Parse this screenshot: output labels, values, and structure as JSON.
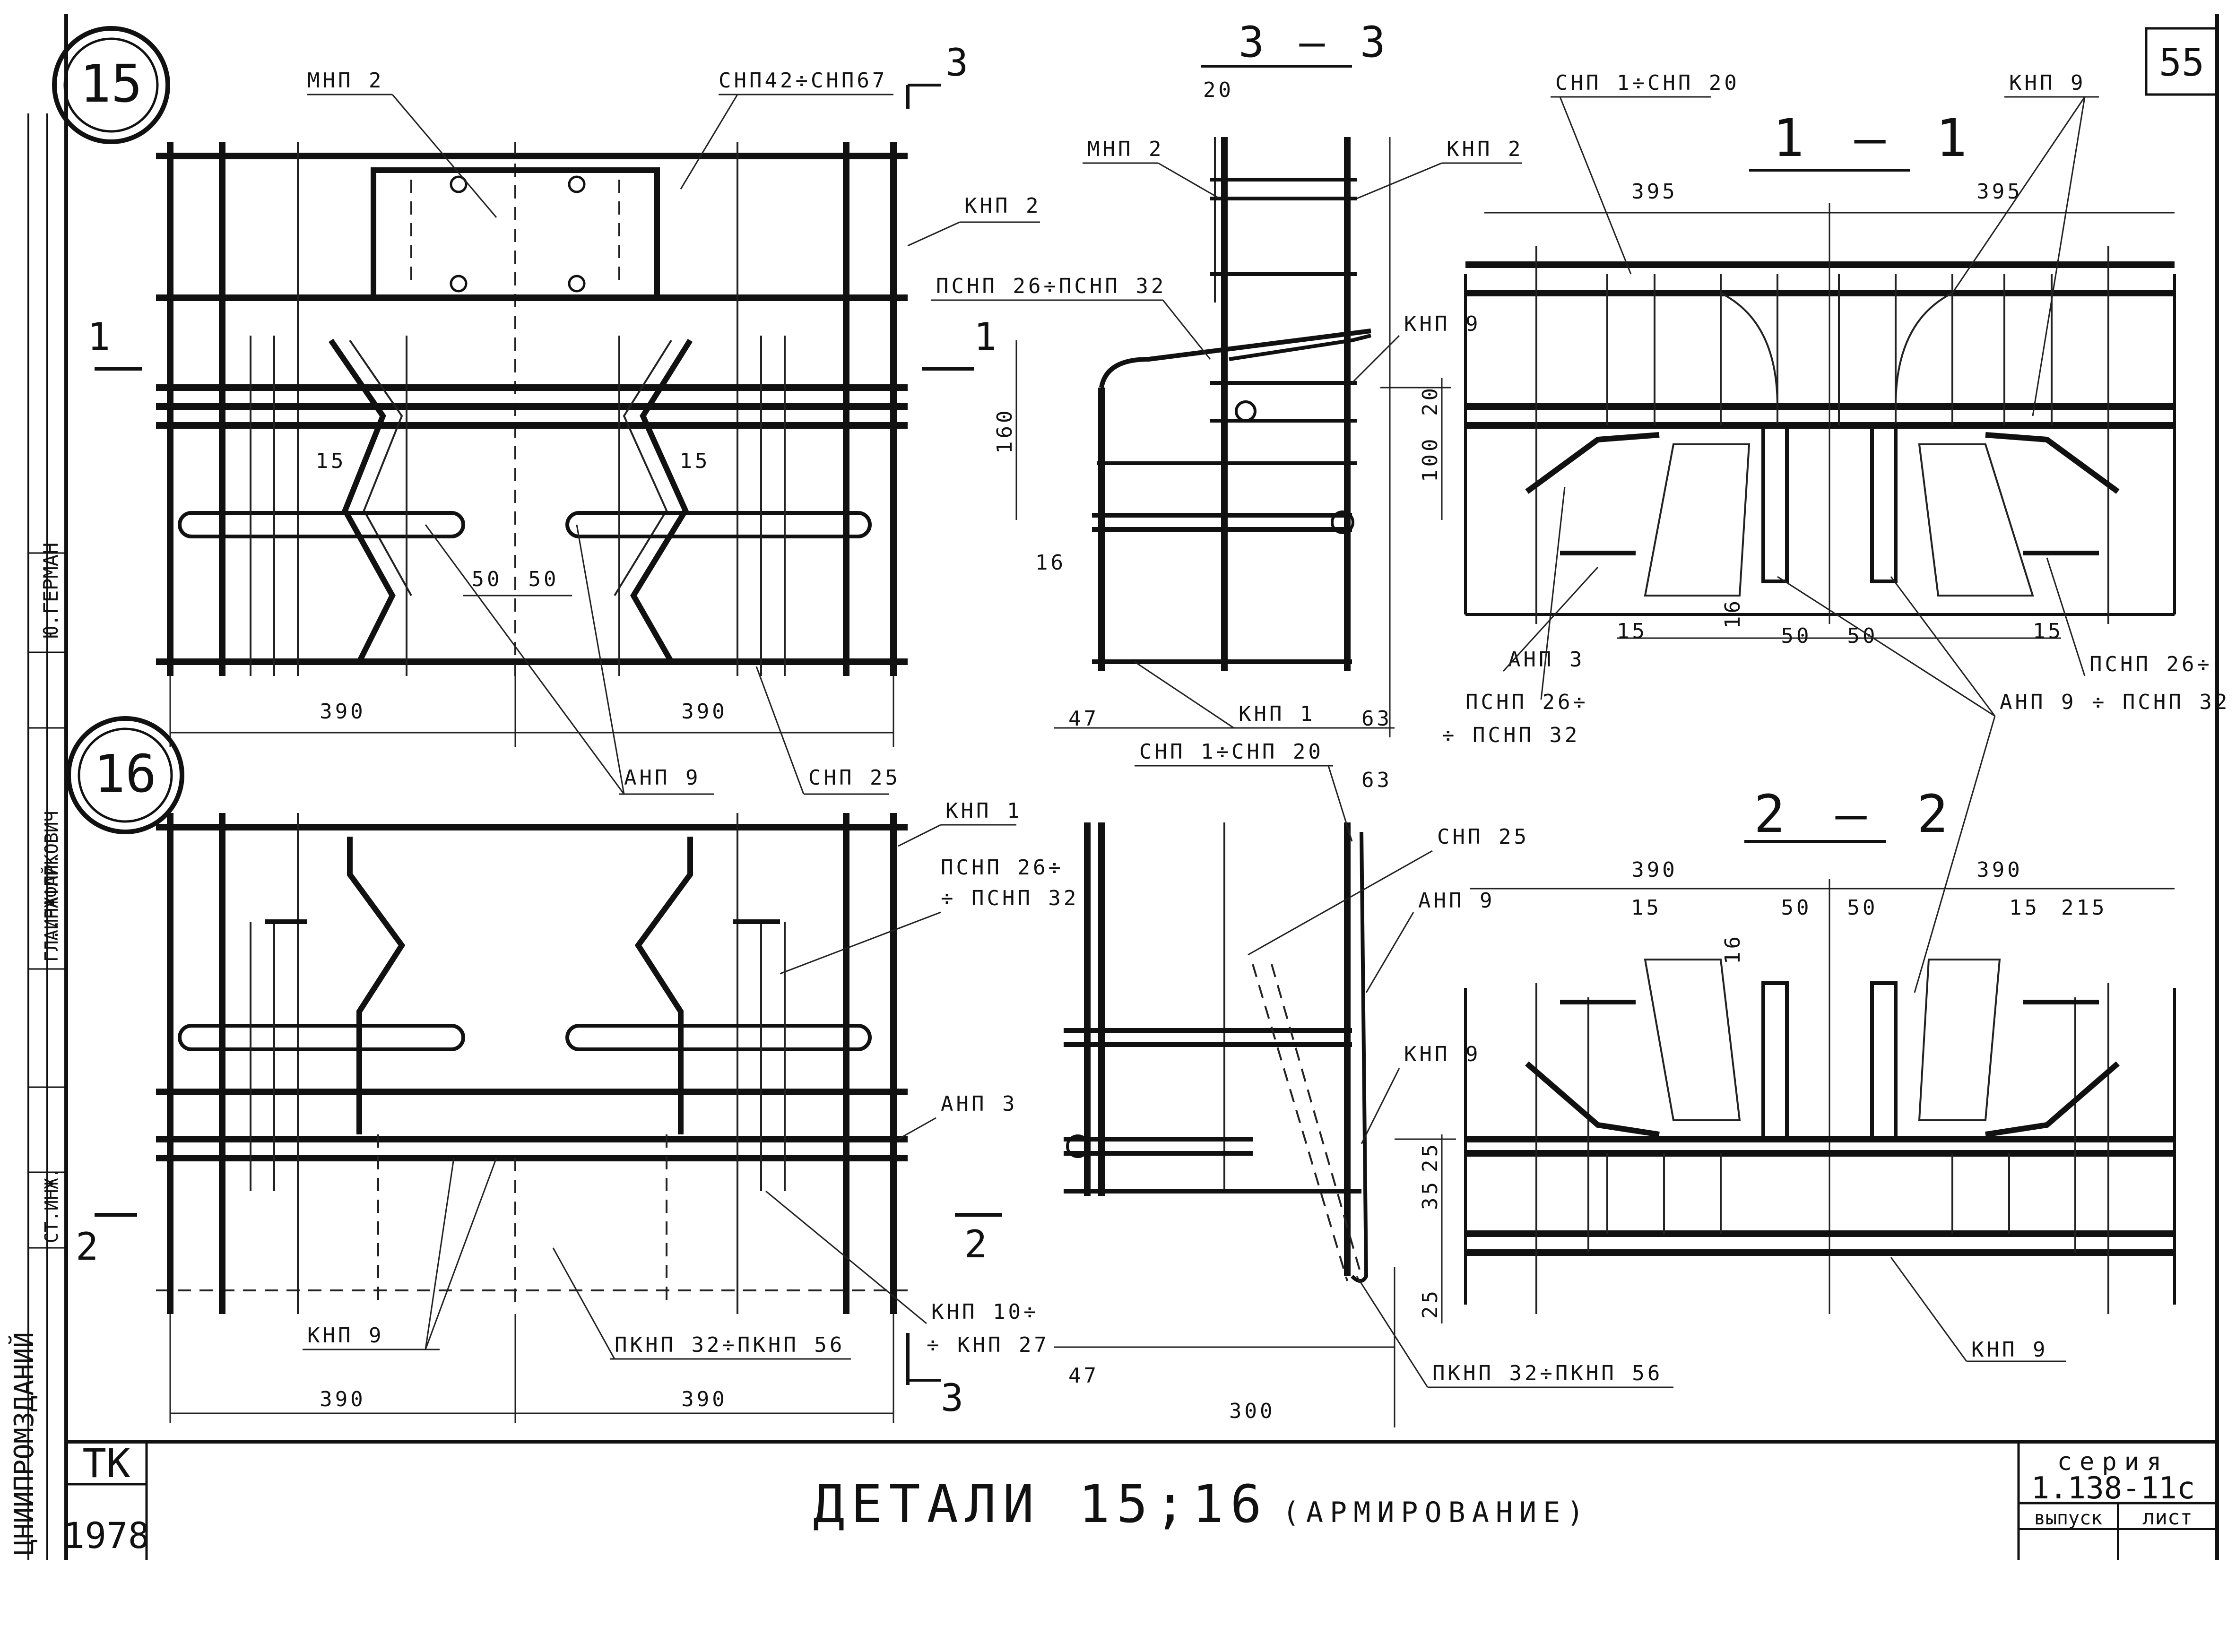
{
  "sheet": {
    "page_number": "55"
  },
  "stamp": {
    "designer_1": "Ю.ГЕРМАН",
    "role": "ГЛ.ИНЖ.ПР.",
    "designer_2": "А.РАФАЙКОВИЧ",
    "role_2": "СТ.ИНЖ.",
    "organization": "ЦНИИПРОМЗДАНИЙ"
  },
  "title_block": {
    "org": "ТК",
    "year": "1978",
    "title": "ДЕТАЛИ 15;16",
    "subtitle": "(АРМИРОВАНИЕ)",
    "series_label": "серия",
    "series_value": "1.138-11с",
    "issue_label": "выпуск",
    "sheet_label": "лист"
  },
  "details": {
    "d15": {
      "marker": "15",
      "section_1": "1",
      "section_3": "3",
      "dim_width": "390",
      "dim_50": "50",
      "dim_15": "15"
    },
    "d16": {
      "marker": "16",
      "section_2": "2",
      "section_3": "3",
      "dim_width": "390"
    }
  },
  "sections": {
    "s33": {
      "title": "3 — 3",
      "dim_20": "20",
      "dim_160": "160",
      "dim_100": "100",
      "dim_16": "16",
      "dim_47": "47",
      "dim_63": "63",
      "dim_25": "25",
      "dim_35": "35",
      "dim_300": "300"
    },
    "s11": {
      "title": "1 — 1",
      "dim_395": "395",
      "dim_15": "15",
      "dim_16": "16",
      "dim_50": "50"
    },
    "s22": {
      "title": "2 — 2",
      "dim_390": "390",
      "dim_15": "15",
      "dim_50": "50",
      "dim_16": "16",
      "dim_215": "215"
    }
  },
  "labels": {
    "mnp2": "МНП 2",
    "snp42_67": "СНП42÷СНП67",
    "knp2": "КНП 2",
    "anp9": "АНП 9",
    "snp25": "СНП 25",
    "knp1": "КНП 1",
    "psnp26_a": "ПСНП 26÷",
    "psnp26_b": "÷ ПСНП 32",
    "anp3": "АНП 3",
    "knp9": "КНП 9",
    "pknp32_56": "ПКНП 32÷ПКНП 56",
    "knp10_a": "КНП 10÷",
    "knp10_b": "÷ КНП 27",
    "psnp26_32": "ПСНП 26÷ПСНП 32",
    "snp1_20": "СНП 1÷СНП 20",
    "anp9_psnp32": "АНП 9 ÷ ПСНП 32"
  }
}
